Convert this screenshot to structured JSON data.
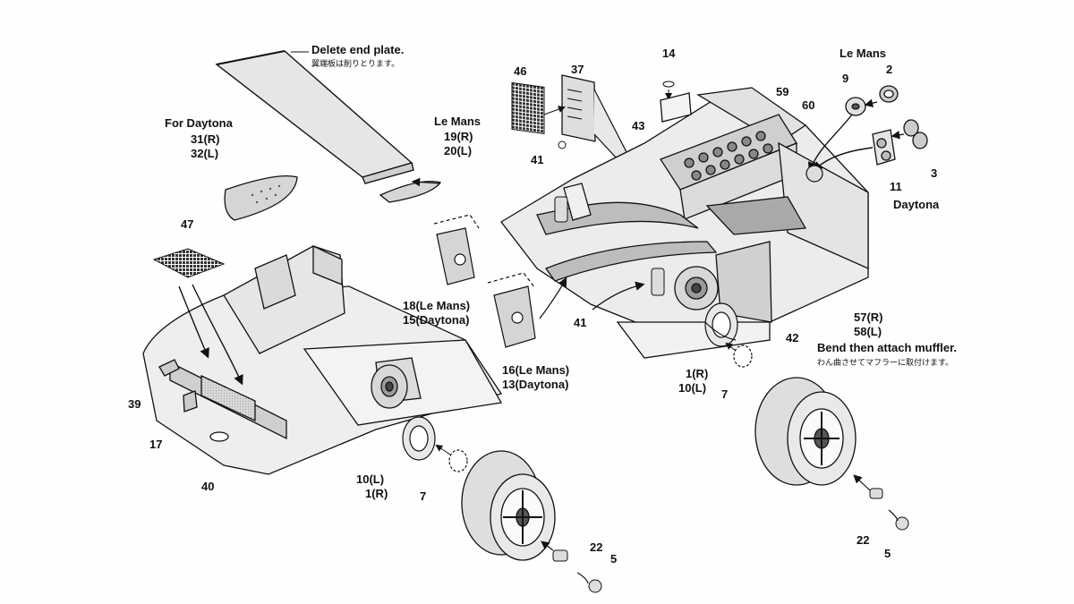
{
  "notes": {
    "delete_end_plate": "Delete end plate.",
    "delete_end_plate_jp": "翼端板は削りとります。",
    "bend_muffler": "Bend then attach muffler.",
    "bend_muffler_jp": "わん曲させてマフラーに取付けます。"
  },
  "labels": {
    "for_daytona": "For Daytona",
    "p31": "31(R)",
    "p32": "32(L)",
    "le_mans_wing": "Le Mans",
    "p19": "19(R)",
    "p20": "20(L)",
    "p46": "46",
    "p37": "37",
    "p41a": "41",
    "p14": "14",
    "p43": "43",
    "p59": "59",
    "p60": "60",
    "le_mans_top": "Le Mans",
    "p9": "9",
    "p2": "2",
    "p3": "3",
    "p11": "11",
    "daytona": "Daytona",
    "p47": "47",
    "p18": "18(Le Mans)",
    "p15": "15(Daytona)",
    "p16": "16(Le Mans)",
    "p13": "13(Daytona)",
    "p41b": "41",
    "p42": "42",
    "p57": "57(R)",
    "p58": "58(L)",
    "p39": "39",
    "p17": "17",
    "p40": "40",
    "p1r": "1(R)",
    "p10l": "10(L)",
    "p7a": "7",
    "p10l_b": "10(L)",
    "p1r_b": "1(R)",
    "p7b": "7",
    "p22a": "22",
    "p5a": "5",
    "p22b": "22",
    "p5b": "5"
  }
}
